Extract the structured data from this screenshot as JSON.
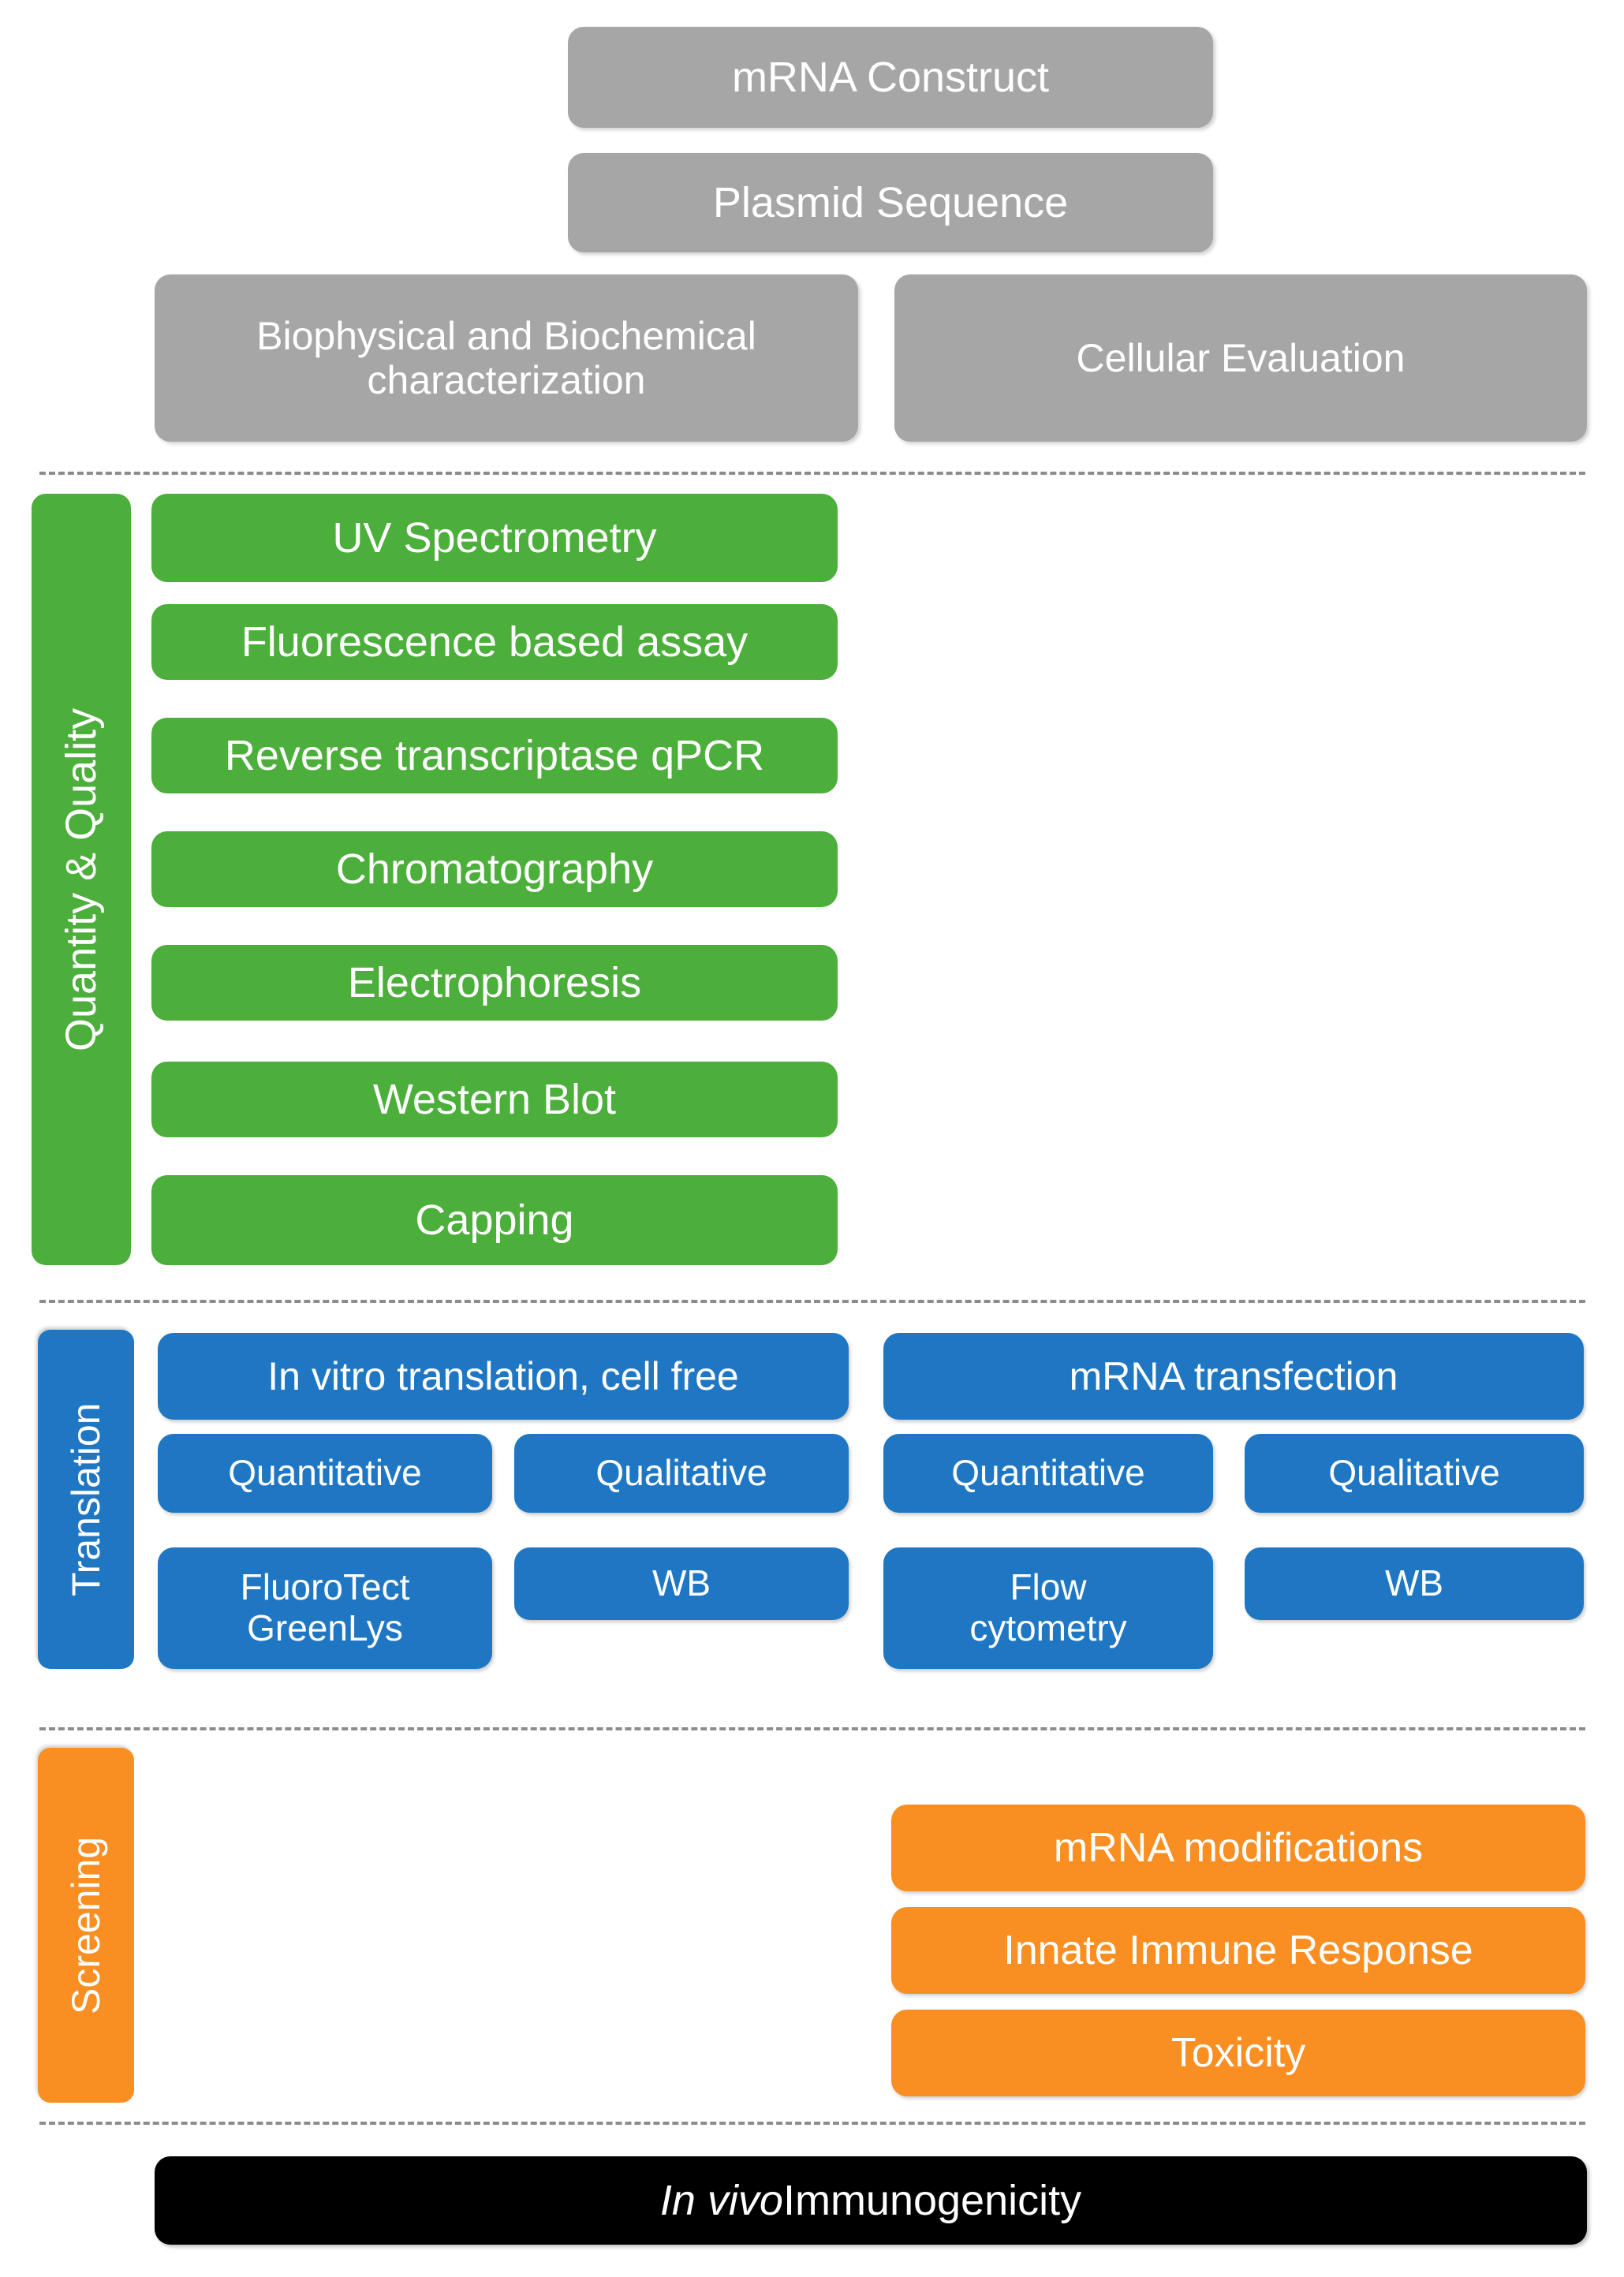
{
  "title": "mRNA characterization workflow",
  "colors": {
    "grey": "#a6a6a6",
    "green": "#4cae3b",
    "blue": "#1f77c4",
    "orange": "#f98f22",
    "black": "#000000",
    "divider": "#8c8c8c",
    "text": "#ffffff"
  },
  "top": {
    "mrna_construct": "mRNA Construct",
    "plasmid_sequence": "Plasmid Sequence",
    "biophysical": "Biophysical and Biochemical characterization",
    "cellular": "Cellular Evaluation"
  },
  "rows": {
    "quantity_quality": {
      "label": "Quantity & Quality",
      "items": [
        "UV Spectrometry",
        "Fluorescence based assay",
        "Reverse transcriptase qPCR",
        "Chromatography",
        "Electrophoresis",
        "Western Blot",
        "Capping"
      ]
    },
    "translation": {
      "label": "Translation",
      "left_column": {
        "header": "In vitro translation, cell free",
        "quantitative_label": "Quantitative",
        "qualitative_label": "Qualitative",
        "quantitative_method": "FluoroTect GreenLys",
        "qualitative_method": "WB"
      },
      "right_column": {
        "header": "mRNA transfection",
        "quantitative_label": "Quantitative",
        "qualitative_label": "Qualitative",
        "quantitative_method": "Flow cytometry",
        "qualitative_method": "WB"
      }
    },
    "screening": {
      "label": "Screening",
      "items": [
        "mRNA modifications",
        "Innate Immune Response",
        "Toxicity"
      ]
    }
  },
  "footer": {
    "italic_part": "In vivo",
    "regular_part": " Immunogenicity"
  }
}
